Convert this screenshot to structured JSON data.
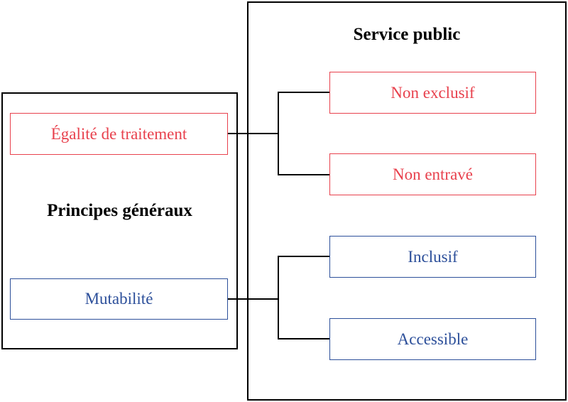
{
  "left_group": {
    "title": "Principes généraux",
    "items": [
      {
        "label": "Égalité de traitement",
        "color": "#e8414d"
      },
      {
        "label": "Mutabilité",
        "color": "#2c4f9a"
      }
    ]
  },
  "right_group": {
    "title": "Service public",
    "items": [
      {
        "label": "Non exclusif",
        "color": "#e8414d"
      },
      {
        "label": "Non entravé",
        "color": "#e8414d"
      },
      {
        "label": "Inclusif",
        "color": "#2c4f9a"
      },
      {
        "label": "Accessible",
        "color": "#2c4f9a"
      }
    ]
  },
  "colors": {
    "red": "#e8414d",
    "blue": "#2c4f9a",
    "connector": "#000000"
  }
}
